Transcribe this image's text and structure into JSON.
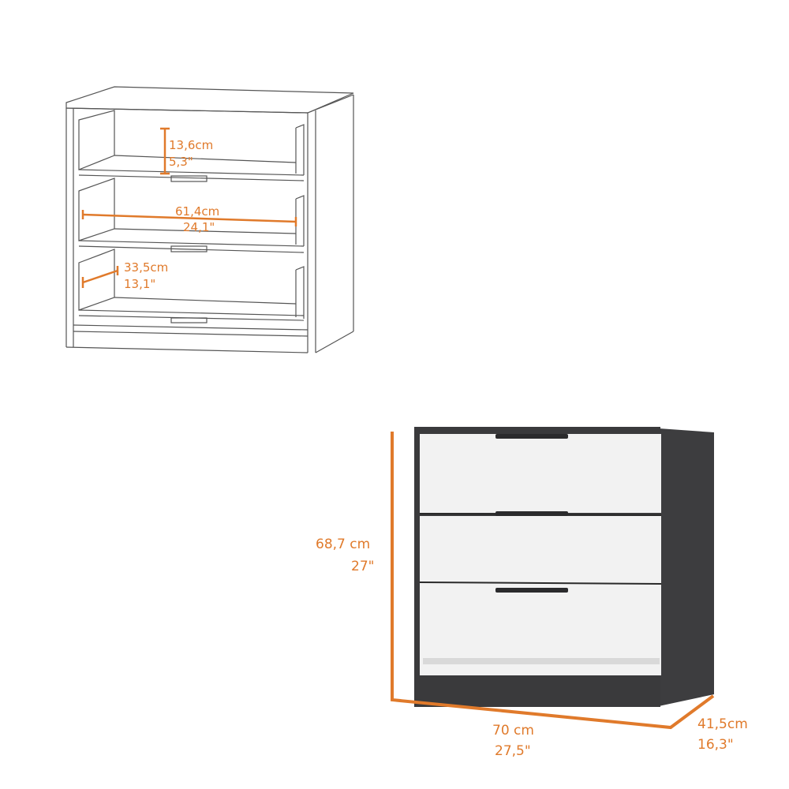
{
  "colors": {
    "accent": "#e07a2b",
    "body": "#3a3a3c",
    "front": "#f1f1f1",
    "line": "#6b6b6b"
  },
  "drawing": {
    "drawer_height": {
      "cm": "13,6cm",
      "in": "5,3\""
    },
    "drawer_width": {
      "cm": "61,4cm",
      "in": "24,1\""
    },
    "drawer_depth": {
      "cm": "33,5cm",
      "in": "13,1\""
    }
  },
  "product": {
    "height": {
      "cm": "68,7 cm",
      "in": "27\""
    },
    "width": {
      "cm": "70 cm",
      "in": "27,5\""
    },
    "depth": {
      "cm": "41,5cm",
      "in": "16,3\""
    }
  }
}
